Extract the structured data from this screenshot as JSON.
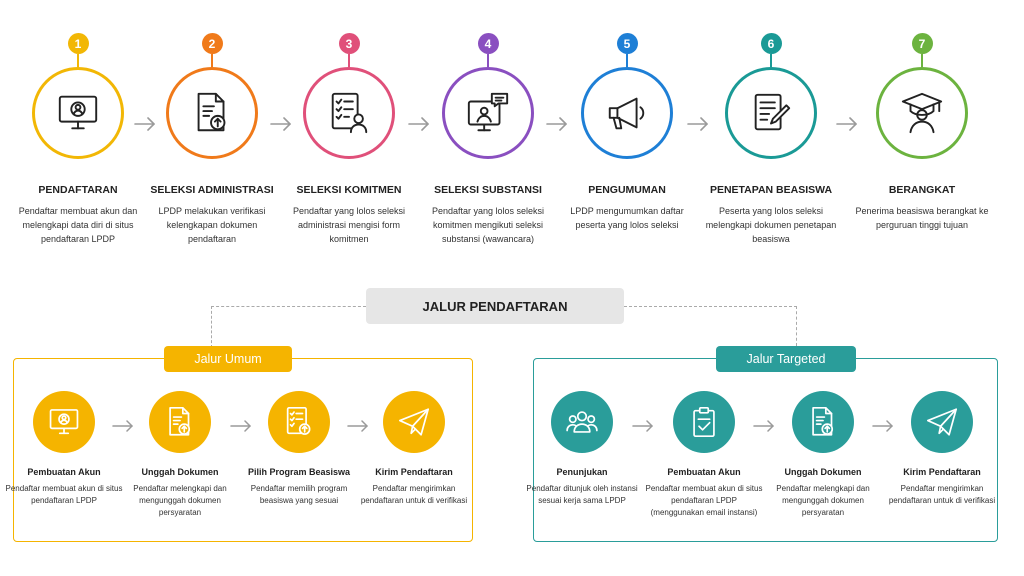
{
  "colors": {
    "step1": "#f2b705",
    "step2": "#f07a1a",
    "step3": "#e0507a",
    "step4": "#8a4fc0",
    "step5": "#1e7fd6",
    "step6": "#1a9a96",
    "step7": "#6cb33f",
    "umum": "#f5b400",
    "targeted": "#2a9d9a",
    "arrow": "#9a9a9a"
  },
  "steps": [
    {
      "number": "1",
      "title": "PENDAFTARAN",
      "desc": "Pendaftar membuat akun dan melengkapi data diri di situs pendaftaran LPDP",
      "icon": "monitor-user-icon"
    },
    {
      "number": "2",
      "title": "SELEKSI ADMINISTRASI",
      "desc": "LPDP melakukan verifikasi kelengkapan dokumen pendaftaran",
      "icon": "document-upload-icon"
    },
    {
      "number": "3",
      "title": "SELEKSI KOMITMEN",
      "desc": "Pendaftar yang lolos seleksi administrasi mengisi form komitmen",
      "icon": "checklist-person-icon"
    },
    {
      "number": "4",
      "title": "SELEKSI SUBSTANSI",
      "desc": "Pendaftar yang lolos seleksi komitmen mengikuti seleksi substansi (wawancara)",
      "icon": "video-interview-icon"
    },
    {
      "number": "5",
      "title": "PENGUMUMAN",
      "desc": "LPDP mengumumkan daftar peserta yang lolos seleksi",
      "icon": "megaphone-icon"
    },
    {
      "number": "6",
      "title": "PENETAPAN BEASISWA",
      "desc": "Peserta yang lolos seleksi melengkapi dokumen penetapan beasiswa",
      "icon": "document-pen-icon"
    },
    {
      "number": "7",
      "title": "BERANGKAT",
      "desc": "Penerima beasiswa berangkat ke perguruan tinggi tujuan",
      "icon": "graduate-icon"
    }
  ],
  "jalur_title": "JALUR PENDAFTARAN",
  "umum": {
    "label": "Jalur Umum",
    "steps": [
      {
        "title": "Pembuatan Akun",
        "desc": "Pendaftar membuat akun di situs pendaftaran LPDP",
        "icon": "monitor-user-icon"
      },
      {
        "title": "Unggah Dokumen",
        "desc": "Pendaftar melengkapi dan mengunggah dokumen persyaratan",
        "icon": "document-upload-icon"
      },
      {
        "title": "Pilih Program Beasiswa",
        "desc": "Pendaftar memilih program beasiswa yang sesuai",
        "icon": "checklist-upload-icon"
      },
      {
        "title": "Kirim Pendaftaran",
        "desc": "Pendaftar mengirimkan pendaftaran untuk di verifikasi",
        "icon": "paper-plane-icon"
      }
    ]
  },
  "targeted": {
    "label": "Jalur Targeted",
    "steps": [
      {
        "title": "Penunjukan",
        "desc": "Pendaftar ditunjuk oleh instansi sesuai kerja sama LPDP",
        "icon": "group-icon"
      },
      {
        "title": "Pembuatan Akun",
        "desc": "Pendaftar membuat akun di situs pendaftaran LPDP (menggunakan email instansi)",
        "icon": "clipboard-check-icon"
      },
      {
        "title": "Unggah Dokumen",
        "desc": "Pendaftar melengkapi dan mengunggah dokumen persyaratan",
        "icon": "document-upload-icon"
      },
      {
        "title": "Kirim Pendaftaran",
        "desc": "Pendaftar mengirimkan pendaftaran untuk di verifikasi",
        "icon": "paper-plane-icon"
      }
    ]
  }
}
